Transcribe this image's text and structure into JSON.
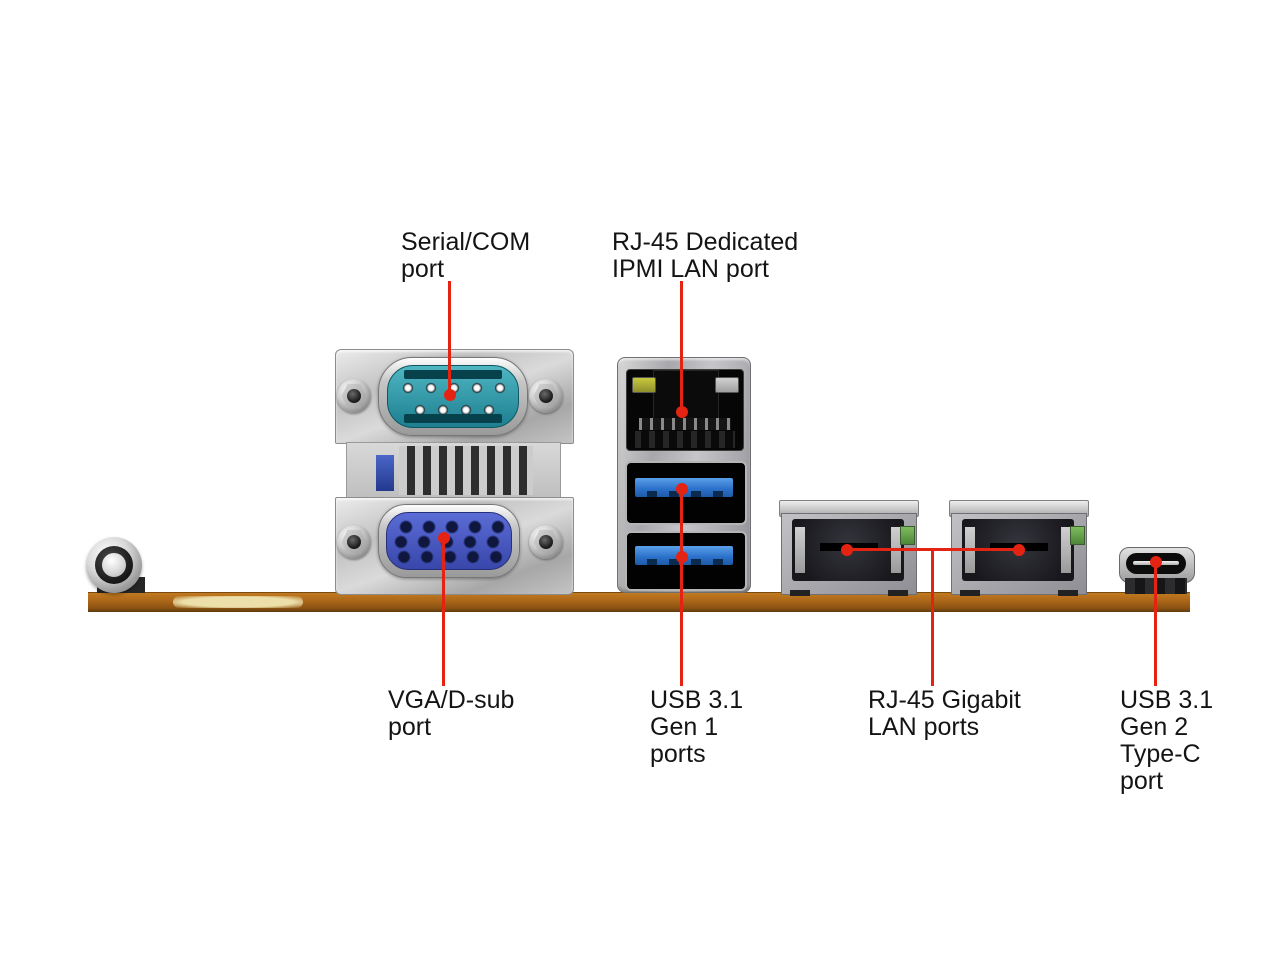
{
  "diagram_type": "motherboard-rear-io-panel",
  "background": "#ffffff",
  "callouts": [
    {
      "id": "serial",
      "label": "Serial/COM\nport"
    },
    {
      "id": "ipmi",
      "label": "RJ-45 Dedicated\nIPMI LAN port"
    },
    {
      "id": "vga",
      "label": "VGA/D-sub\nport"
    },
    {
      "id": "usb_gen1",
      "label": "USB 3.1\nGen 1\nports"
    },
    {
      "id": "lan",
      "label": "RJ-45 Gigabit\nLAN ports"
    },
    {
      "id": "usb_typec",
      "label": "USB 3.1\nGen 2\nType-C\nport"
    }
  ],
  "hardware": [
    "serial-com-port",
    "vga-d-sub-port",
    "ipmi-rj45-port",
    "usb3-gen1-port-upper",
    "usb3-gen1-port-lower",
    "gigabit-lan-port-1",
    "gigabit-lan-port-2",
    "usb-type-c-port",
    "pcb-edge",
    "standoff-screw"
  ],
  "colors": {
    "leader_red": "#e42313",
    "pcb_orange": "#a96418",
    "pcb_scuff": "#ecdfa9",
    "serial_teal": "#2f94a8",
    "vga_blue": "#4152b8",
    "usb_tongue_blue": "#2a6fc8",
    "ipmi_led_yellow": "#b5b83a",
    "lan_led_green": "#6aa84f",
    "metal_silver": "#c2c2c2",
    "port_black": "#0a0a0a",
    "label_text": "#141414"
  }
}
